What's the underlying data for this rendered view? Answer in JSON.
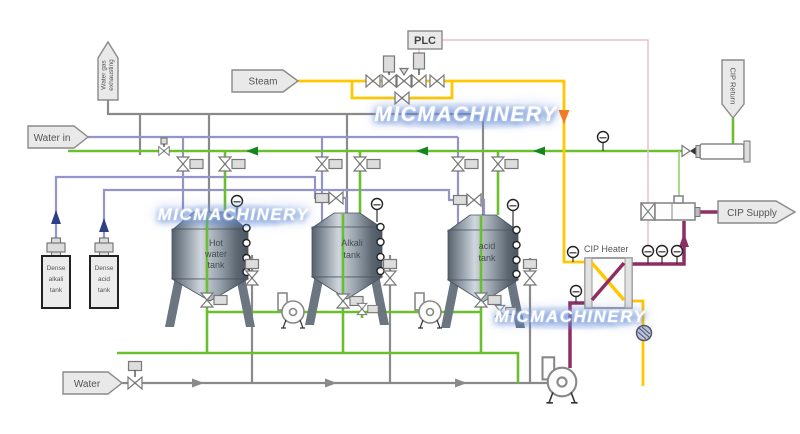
{
  "title": "CIP system piping and instrumentation diagram",
  "labels": {
    "plc": "PLC",
    "steam": "Steam",
    "water_in": "Water in",
    "water": "Water",
    "exhaust_line1": "Water gas",
    "exhaust_line2": "exhausting",
    "cip_return": "CIP Return",
    "cip_supply": "CIP Supply",
    "cip_heater": "CIP Heater"
  },
  "tanks": [
    {
      "name": "hot-water-tank",
      "lines": [
        "Hot",
        "water",
        "tank"
      ]
    },
    {
      "name": "alkali-tank",
      "lines": [
        "Alkali",
        "tank"
      ]
    },
    {
      "name": "acid-tank",
      "lines": [
        "acid",
        "tank"
      ]
    }
  ],
  "containers": [
    {
      "name": "dense-alkali-tank",
      "lines": [
        "Dense",
        "alkali",
        "tank"
      ]
    },
    {
      "name": "dense-acid-tank",
      "lines": [
        "Dense",
        "acid",
        "tank"
      ]
    }
  ],
  "watermark": {
    "text": "MICMACHINERY"
  },
  "icons": [
    "valve-icon",
    "actuated-valve-icon",
    "pump-icon",
    "gauge-icon",
    "check-valve-icon",
    "heat-exchanger-icon",
    "steam-trap-icon",
    "flow-tag-arrow"
  ],
  "colors": {
    "green_pipe": "#6abf2e",
    "light_green_pipe": "#9ed87a",
    "purple_pipe": "#9394c8",
    "gray_pipe": "#8a8a8a",
    "yellow_pipe": "#ffc800",
    "pink_signal": "#e9bfd4",
    "magenta_pipe": "#8e2f63",
    "green_arrow": "#15861f",
    "orange_arrow": "#f57c20",
    "navy_arrow": "#2e3f86"
  }
}
